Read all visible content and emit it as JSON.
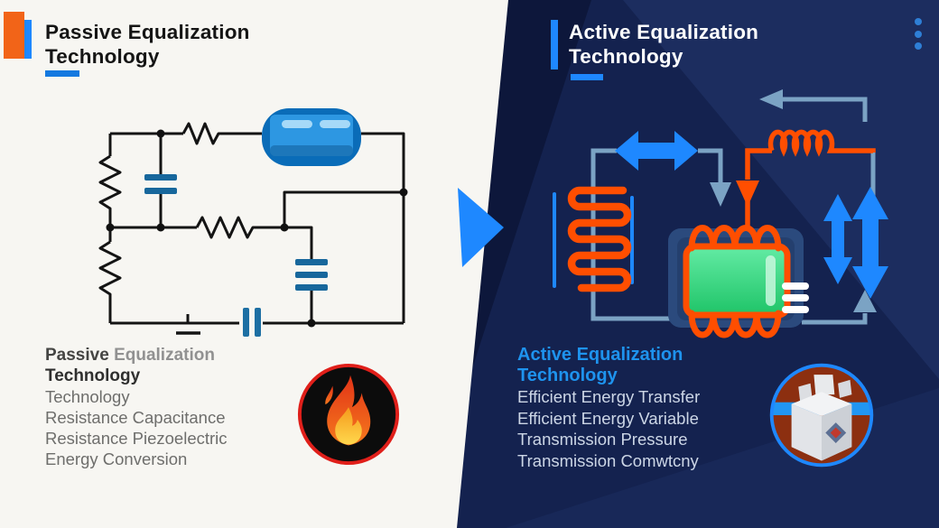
{
  "left_panel": {
    "header": {
      "title_line1": "Passive Equalization",
      "title_line2": "Technology"
    },
    "footer": {
      "title_part_dark": "Passive",
      "title_part_gray": " Equalization",
      "title_line2": "Technology",
      "items": [
        "Technology",
        "Resistance Capacitance",
        "Resistance Piezoelectric",
        "Energy Conversion"
      ]
    },
    "icons": [
      "circuit-diagram-passive",
      "fire-icon"
    ]
  },
  "right_panel": {
    "header": {
      "title_line1": "Active Equalization",
      "title_line2": "Technology"
    },
    "footer": {
      "title_line1": "Active Equalization",
      "title_line2": "Technology",
      "items": [
        "Efficient Energy Transfer",
        "Efficient Energy Variable",
        "Transmission Pressure",
        "Transmission Comwtcny"
      ]
    },
    "icons": [
      "circuit-diagram-active",
      "battery-box-icon",
      "kebab-menu"
    ]
  },
  "colors": {
    "accent_blue": "#1e88ff",
    "accent_orange": "#ff4e00",
    "navy_background": "#14224f",
    "white_background": "#f7f6f2",
    "steel_wire": "#7ba3c4",
    "green_core": "#2fd67e",
    "underline_blue": "#1479e0",
    "header_square_orange": "#f26418"
  }
}
